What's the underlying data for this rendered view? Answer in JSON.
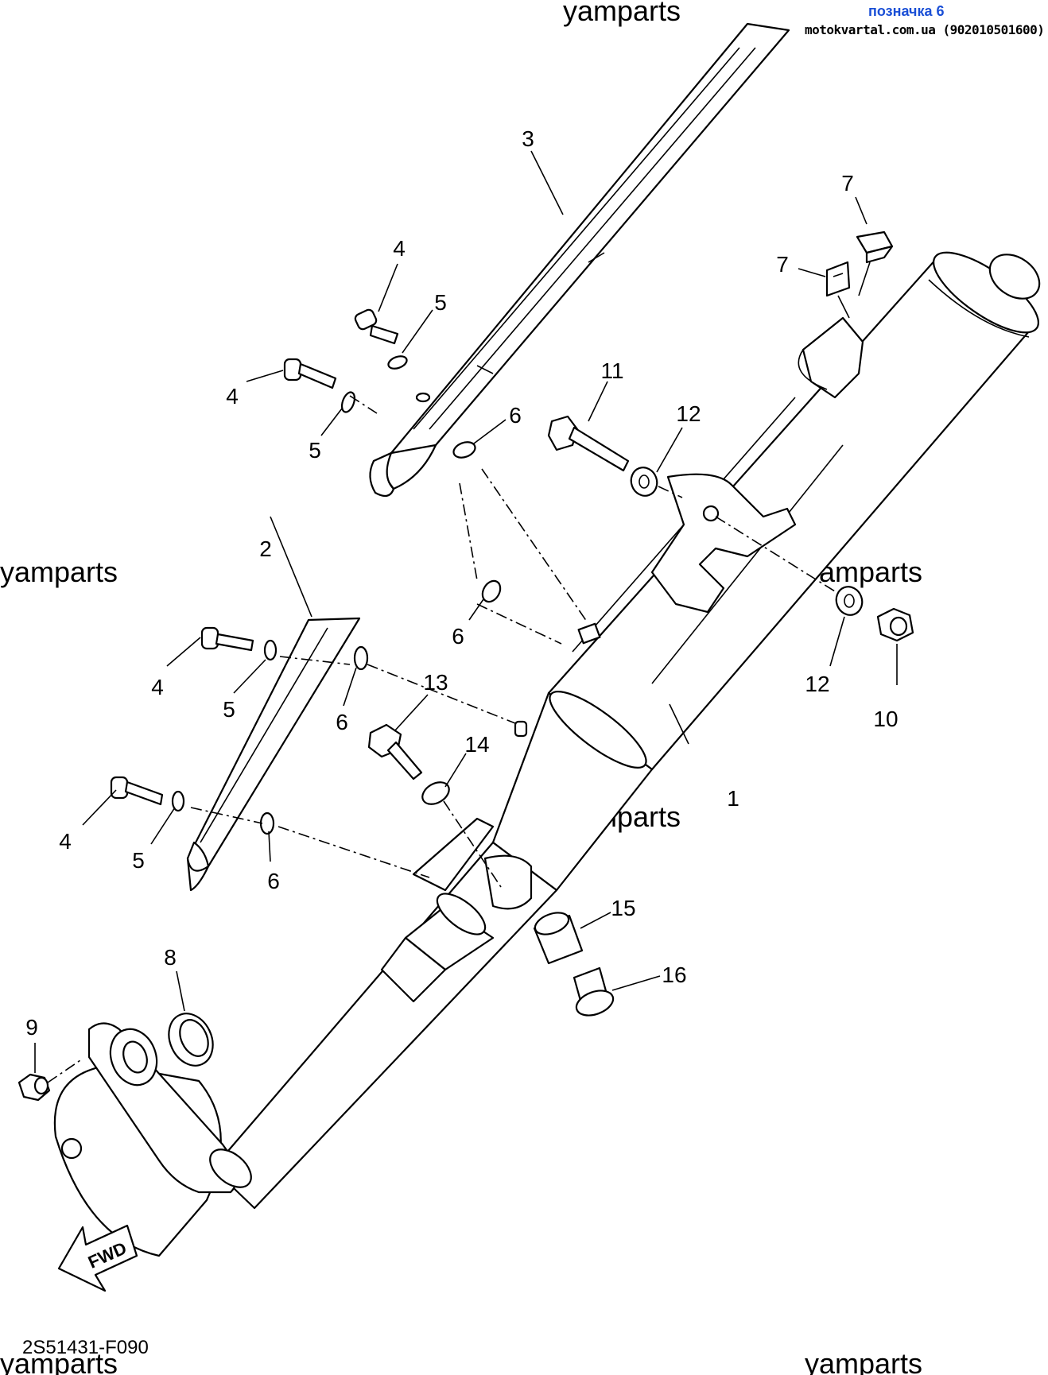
{
  "header": {
    "label": "позначка 6",
    "site": "motokvartal.com.ua (902010501600)",
    "label_color": "#1a4fd6"
  },
  "watermark": "yamparts",
  "footer": {
    "part_code": "2S51431-F090",
    "fwd_label": "FWD"
  },
  "callouts": [
    "1",
    "2",
    "3",
    "4",
    "5",
    "6",
    "7",
    "8",
    "9",
    "10",
    "11",
    "12",
    "13",
    "14",
    "15",
    "16"
  ]
}
